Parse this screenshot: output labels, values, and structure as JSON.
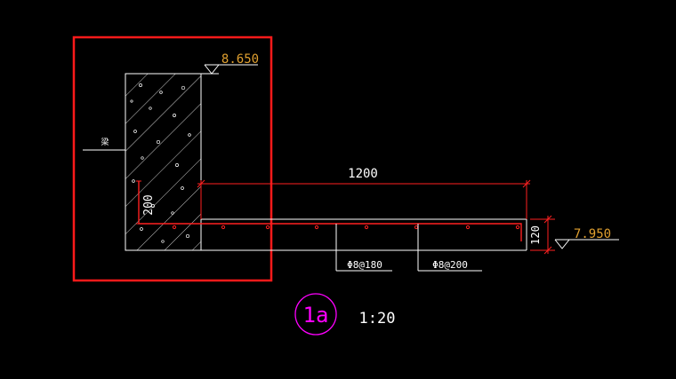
{
  "drawing": {
    "elevation_top": "8.650",
    "elevation_bottom": "7.950",
    "wall_label": "梁",
    "dim_span": "1200",
    "dim_anchor": "200",
    "dim_thickness": "120",
    "rebar_left": "Φ8@180",
    "rebar_right": "Φ8@200",
    "detail_id": "1a",
    "scale": "1:20"
  },
  "colors": {
    "background": "#000000",
    "outline": "#ffffff",
    "rebar": "#ff2020",
    "elevation_text": "#e0a030",
    "detail_circle": "#ff00ff",
    "highlight_box": "#ff1a1a"
  }
}
